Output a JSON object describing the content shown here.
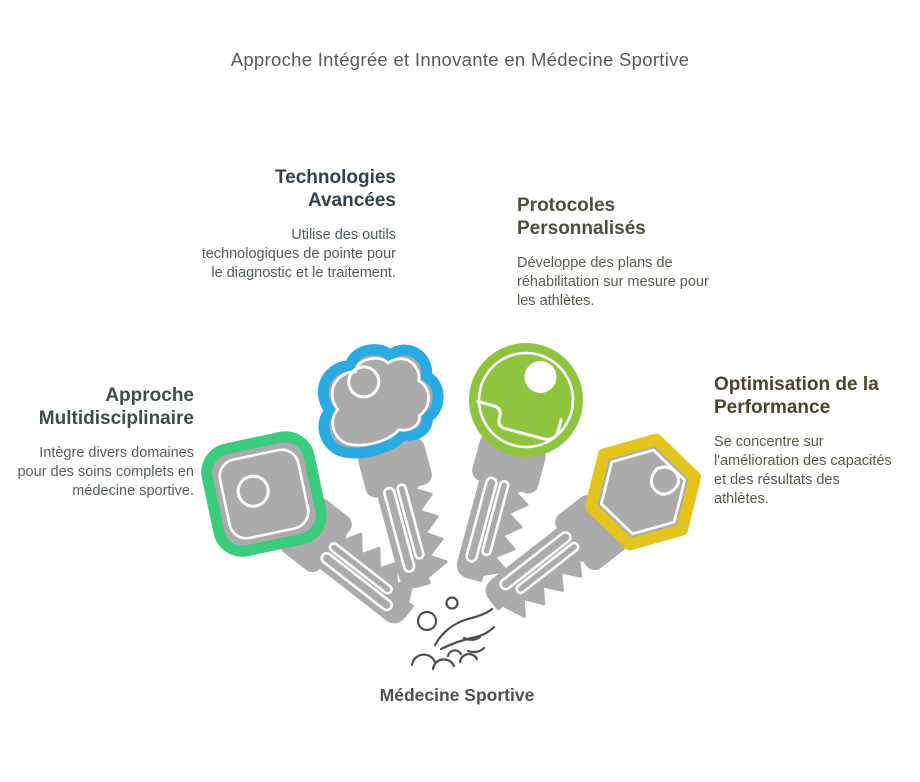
{
  "title": "Approche Intégrée et Innovante en Médecine Sportive",
  "center": {
    "label": "Médecine Sportive",
    "icon": "sports-medicine-hand-bubbles-icon"
  },
  "colors": {
    "background": "#ffffff",
    "key_metal_gray": "#ababab",
    "title_text": "#59595c",
    "center_label_text": "#4f4f4f"
  },
  "items": [
    {
      "heading": "Approche Multidisciplinaire",
      "body": "Intègre divers domaines pour des soins complets en médecine sportive.",
      "key_color": "#3bcb7c",
      "key_head_shape": "rounded-square",
      "heading_color": "#3d5044",
      "body_color": "#55605a"
    },
    {
      "heading": "Technologies Avancées",
      "body": "Utilise des outils technologiques de pointe pour le diagnostic et le traitement.",
      "key_color": "#29abe2",
      "key_head_shape": "cloud",
      "heading_color": "#31424c",
      "body_color": "#4d5a62"
    },
    {
      "heading": "Protocoles Personnalisés",
      "body": "Développe des plans de réhabilitation sur mesure pour les athlètes.",
      "key_color": "#8fc43e",
      "key_head_shape": "circle",
      "heading_color": "#49513b",
      "body_color": "#585d4c"
    },
    {
      "heading": "Optimisation de la Performance",
      "body": "Se concentre sur l'amélioration des capacités et des résultats des athlètes.",
      "key_color": "#e3c51d",
      "key_head_shape": "hexagon",
      "heading_color": "#4b4429",
      "body_color": "#5d5844"
    }
  ]
}
